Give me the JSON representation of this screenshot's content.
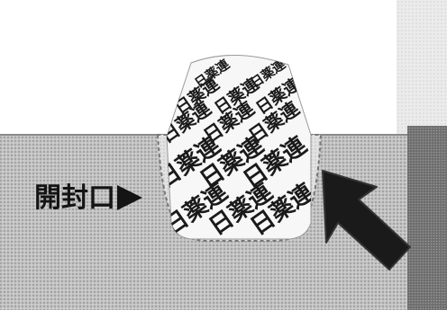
{
  "opening_label": {
    "text": "開封口",
    "arrow_icon": "triangle-right-icon"
  },
  "seal": {
    "mark_text": "日薬連",
    "mark_count": 12
  },
  "pointer": {
    "icon": "arrow-up-left-icon",
    "color": "#1a1a1a"
  },
  "colors": {
    "background": "#ffffff",
    "package": "#b8b8b8",
    "package_dark": "#7a7a7a",
    "seal_paper": "#f7f7f7",
    "ink": "#141414"
  }
}
